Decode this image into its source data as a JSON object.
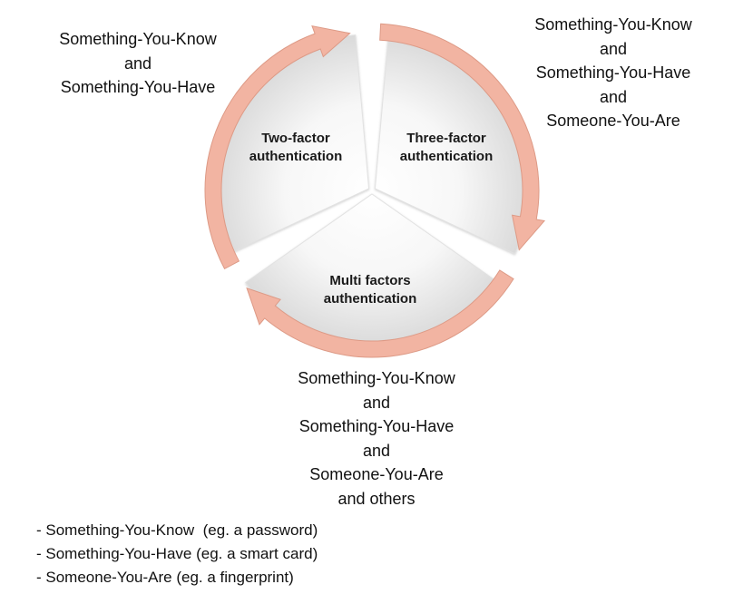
{
  "diagram": {
    "segments": [
      {
        "title_line1": "Two-factor",
        "title_line2": "authentication"
      },
      {
        "title_line1": "Three-factor",
        "title_line2": "authentication"
      },
      {
        "title_line1": "Multi factors",
        "title_line2": "authentication"
      }
    ],
    "labels": {
      "two_factor": [
        "Something-You-Know",
        "and",
        "Something-You-Have"
      ],
      "three_factor": [
        "Something-You-Know",
        "and",
        "Something-You-Have",
        "and",
        "Someone-You-Are"
      ],
      "multi_factor": [
        "Something-You-Know",
        "and",
        "Something-You-Have",
        "and",
        "Someone-You-Are",
        "and others"
      ]
    },
    "colors": {
      "arrow": "#f2b4a2",
      "arrow_edge": "#dd9a86",
      "segment_fill_light": "#ffffff",
      "segment_fill_dark": "#d8d8d8"
    }
  },
  "legend": [
    "- Something-You-Know  (eg. a password)",
    "- Something-You-Have (eg. a smart card)",
    "- Someone-You-Are (eg. a fingerprint)"
  ]
}
